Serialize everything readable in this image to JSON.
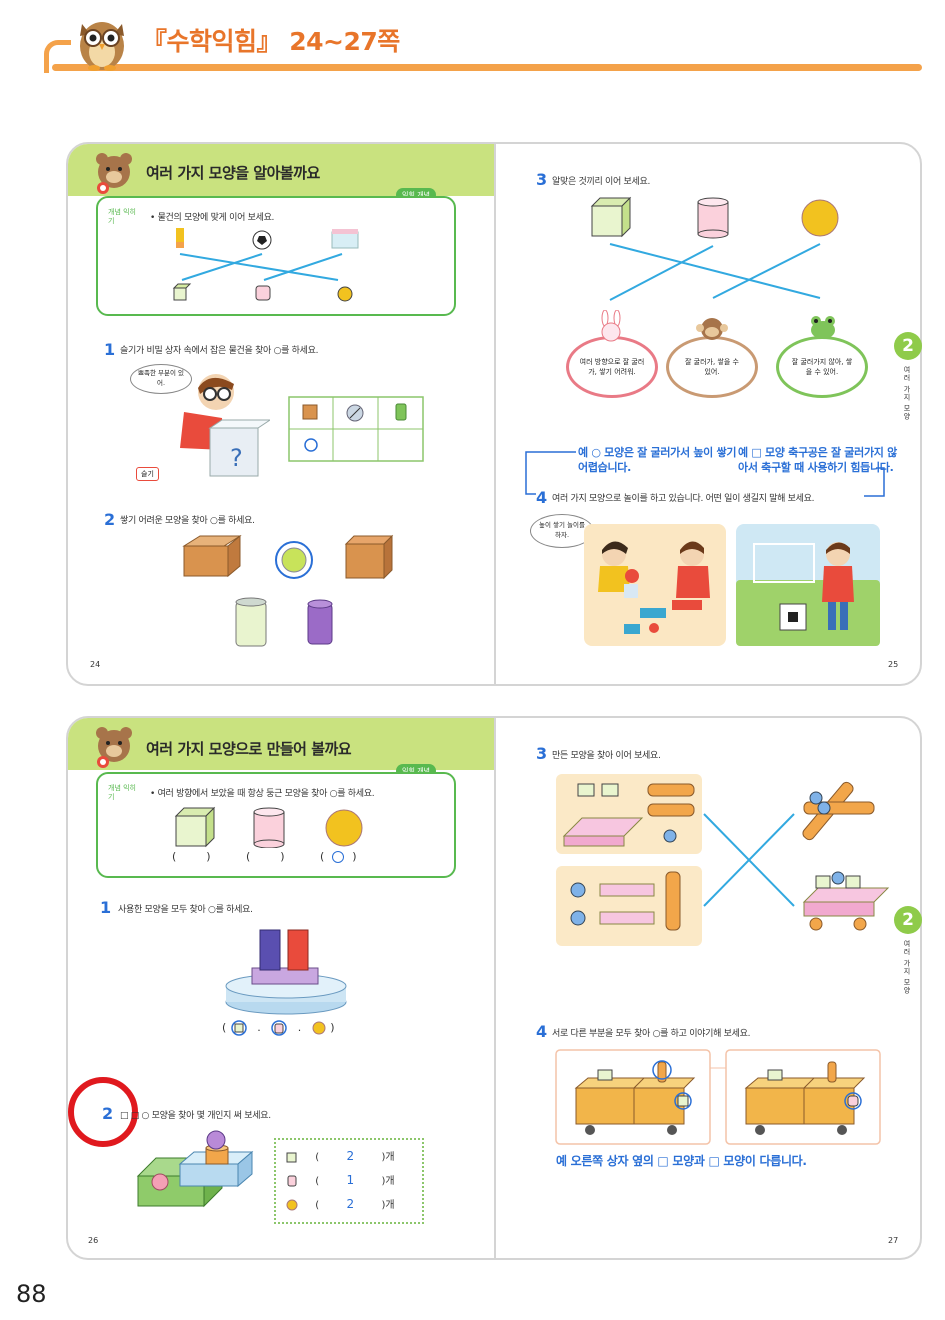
{
  "header": {
    "title": "『수학익힘』 24~27쪽"
  },
  "page24": {
    "title": "여러 가지 모양을 알아볼까요",
    "badge": "익힘 개념",
    "box_label": "개념 익히기",
    "box_instruction": "• 물건의 모양에 맞게 이어 보세요.",
    "q1_num": "1",
    "q1_text": "슬기가 비밀 상자 속에서 잡은 물건을 찾아 ○를 하세요.",
    "q1_bubble": "뾰족한 부분이 있어.",
    "q1_name": "슬기",
    "q1_box_mark": "?",
    "q2_num": "2",
    "q2_text": "쌓기 어려운 모양을 찾아 ○를 하세요.",
    "page_number": "24"
  },
  "page25": {
    "q3_num": "3",
    "q3_text": "알맞은 것끼리 이어 보세요.",
    "bubble1": "여러 방향으로 잘 굴러가, 쌓기 어려워.",
    "bubble2": "잘 굴러가, 쌓을 수 있어.",
    "bubble3": "잘 굴러가지 않아, 쌓을 수 있어.",
    "answer_left": "예 ○ 모양은 잘 굴러가서 높이 쌓기 어렵습니다.",
    "answer_right": "예 □ 모양 축구공은 잘 굴러가지 않아서 축구할 때 사용하기 힘듭니다.",
    "q4_num": "4",
    "q4_text": "여러 가지 모양으로 놀이를 하고 있습니다. 어떤 일이 생길지 말해 보세요.",
    "q4_bubble": "높이 쌓기 놀이를 하자.",
    "tab_number": "2",
    "tab_text": "여러 가지 모양",
    "page_number": "25"
  },
  "page26": {
    "title": "여러 가지 모양으로 만들어 볼까요",
    "badge": "익힘 개념",
    "box_label": "개념 익히기",
    "box_instruction": "• 여러 방향에서 보았을 때 항상 둥근 모양을 찾아 ○를 하세요.",
    "paren_open": "(",
    "paren_close": ")",
    "q1_num": "1",
    "q1_text": "사용한 모양을 모두 찾아 ○를 하세요.",
    "q2_num": "2",
    "q2_text": "□ □ ○ 모양을 찾아 몇 개인지 써 보세요.",
    "count_rows": [
      {
        "value": "2",
        "unit": ")개"
      },
      {
        "value": "1",
        "unit": ")개"
      },
      {
        "value": "2",
        "unit": ")개"
      }
    ],
    "page_number": "26"
  },
  "page27": {
    "q3_num": "3",
    "q3_text": "만든 모양을 찾아 이어 보세요.",
    "q4_num": "4",
    "q4_text": "서로 다른 부분을 모두 찾아 ○를 하고 이야기해 보세요.",
    "answer": "예 오른쪽 상자 옆의 □ 모양과 □ 모양이 다릅니다.",
    "tab_number": "2",
    "tab_text": "여러 가지 모양",
    "page_number": "27"
  },
  "footer": {
    "page_number": "88"
  },
  "colors": {
    "accent_orange": "#f4a24a",
    "band_green": "#c9e27f",
    "answer_blue": "#2a6fd6",
    "box_green": "#58b94f",
    "highlight_red": "#e0191e"
  }
}
